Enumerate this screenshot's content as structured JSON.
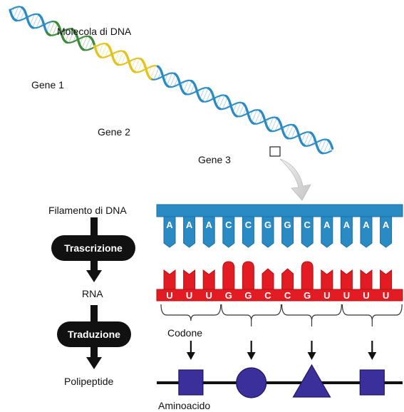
{
  "labels": {
    "dna_molecule": "Molecola di DNA",
    "gene1": "Gene 1",
    "gene2": "Gene 2",
    "gene3": "Gene 3",
    "dna_strand": "Filamento di DNA",
    "rna": "RNA",
    "polypeptide": "Polipeptide",
    "codon": "Codone",
    "amino_acid": "Aminoacido"
  },
  "steps": {
    "transcription": "Trascrizione",
    "translation": "Traduzione"
  },
  "dna_bases": [
    "A",
    "A",
    "A",
    "C",
    "C",
    "G",
    "G",
    "C",
    "A",
    "A",
    "A",
    "A"
  ],
  "rna_bases": [
    "U",
    "U",
    "U",
    "G",
    "G",
    "C",
    "C",
    "G",
    "U",
    "U",
    "U",
    "U"
  ],
  "amino_acid_shapes": [
    "square",
    "circle",
    "triangle",
    "square"
  ],
  "colors": {
    "dna_blue": "#2a8bc4",
    "gene1_green": "#3b8a3a",
    "gene2_yellow": "#e3c21c",
    "rna_red": "#e21c22",
    "amino_purple": "#3b2f9c",
    "pill_black": "#111111",
    "zoom_arrow_gray": "#c9c9c9"
  }
}
